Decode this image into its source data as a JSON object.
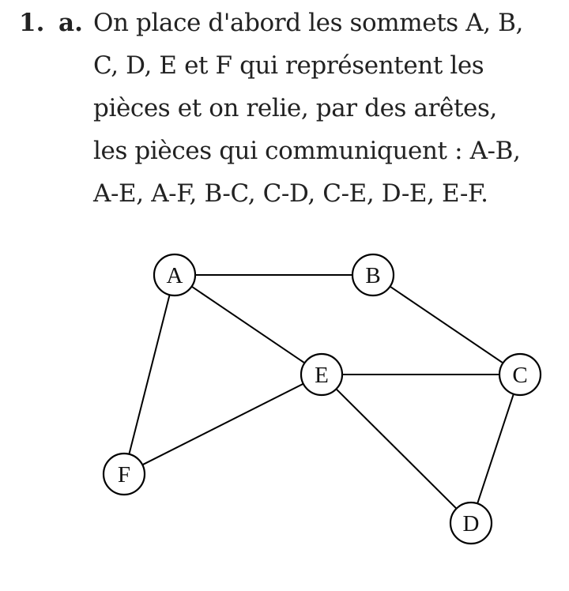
{
  "exercise": {
    "number": "1.",
    "letter": "a.",
    "lines": [
      "On place d'abord les sommets A, B,",
      "C, D, E et F qui représentent les",
      "pièces et on relie, par des arêtes,",
      "les pièces qui communiquent : A-B,",
      "A-E, A-F, B-C, C-D, C-E, D-E, E-F."
    ]
  },
  "graph": {
    "vertices": [
      {
        "id": "A",
        "label": "A"
      },
      {
        "id": "B",
        "label": "B"
      },
      {
        "id": "C",
        "label": "C"
      },
      {
        "id": "D",
        "label": "D"
      },
      {
        "id": "E",
        "label": "E"
      },
      {
        "id": "F",
        "label": "F"
      }
    ],
    "edges": [
      [
        "A",
        "B"
      ],
      [
        "A",
        "E"
      ],
      [
        "A",
        "F"
      ],
      [
        "B",
        "C"
      ],
      [
        "C",
        "D"
      ],
      [
        "C",
        "E"
      ],
      [
        "D",
        "E"
      ],
      [
        "E",
        "F"
      ]
    ]
  }
}
